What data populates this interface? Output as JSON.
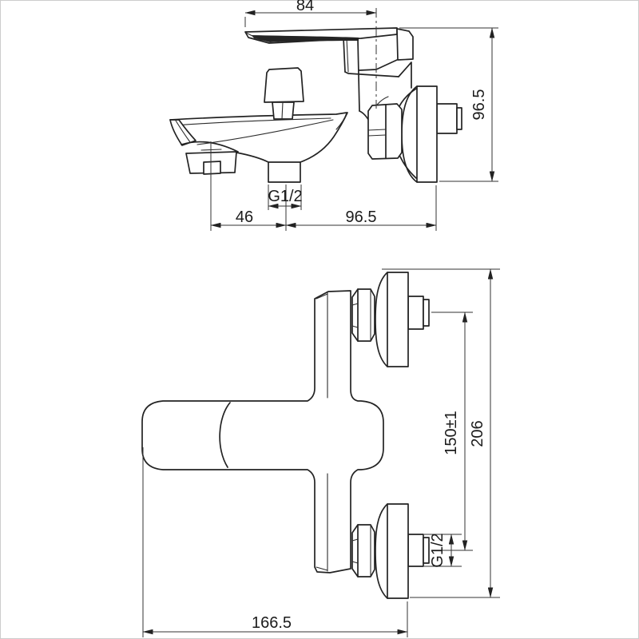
{
  "drawing": {
    "type": "technical-dimension-drawing",
    "subject": "wall-mounted bath shower mixer faucet, two orthographic views",
    "colors": {
      "background": "#ffffff",
      "line": "#232323",
      "dimension": "#333333",
      "frame": "#cccccc"
    },
    "side_view": {
      "dims": {
        "handle_length": "84",
        "overall_height": "96.5",
        "outlet_thread": "G1/2",
        "spout_center_to_outlet": "46",
        "outlet_to_wall": "96.5"
      }
    },
    "front_view": {
      "dims": {
        "inlet_center_distance": "150±1",
        "overall_height": "206",
        "inlet_thread": "G1/2",
        "overall_width": "166.5"
      }
    }
  }
}
